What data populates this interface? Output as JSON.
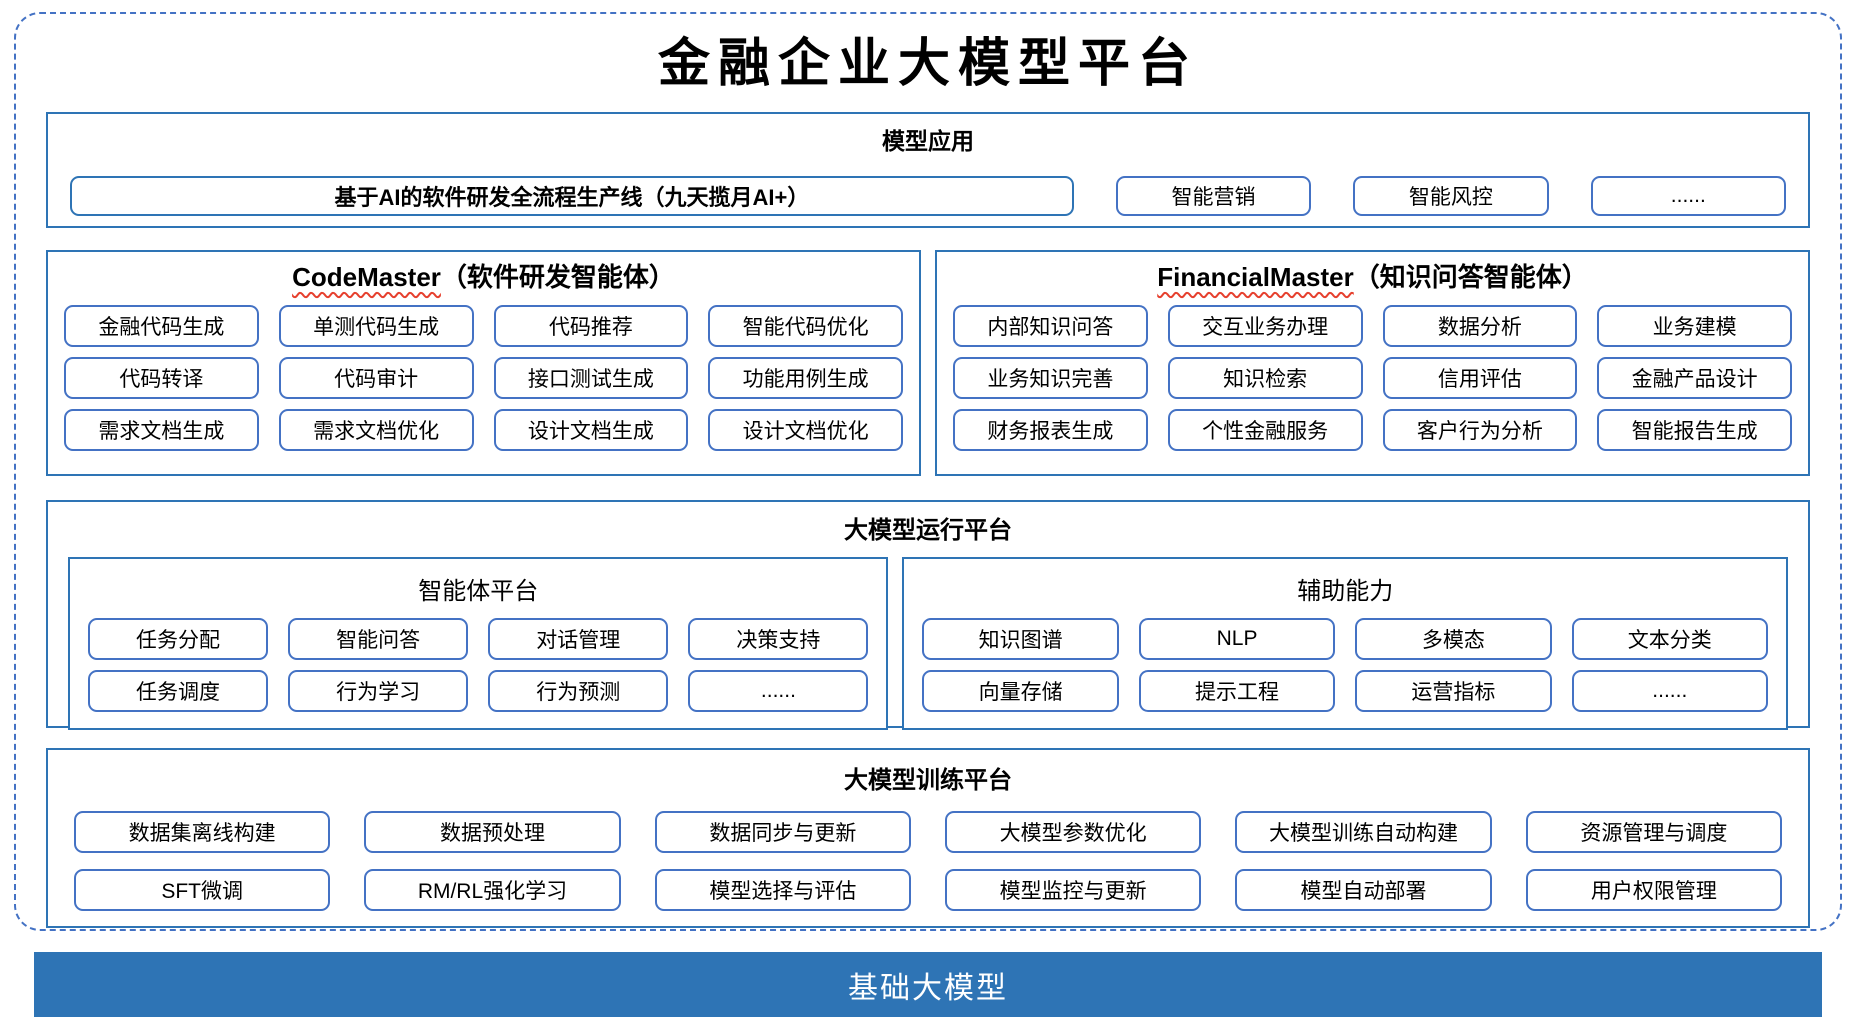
{
  "title": "金融企业大模型平台",
  "colors": {
    "section_border": "#2E74B5",
    "item_border": "#4472C4",
    "outer_dashed_border": "#4472C4",
    "footer_bar_bg": "#2E74B5",
    "footer_bar_text": "#FFFFFF",
    "squiggle_red": "#E6402E"
  },
  "model_app": {
    "header": "模型应用",
    "main_item": "基于AI的软件研发全流程生产线（九天揽月AI+）",
    "items": [
      "智能营销",
      "智能风控",
      "......"
    ]
  },
  "codemaster": {
    "title_en": "CodeMaster",
    "title_zh": "（软件研发智能体）",
    "items": [
      "金融代码生成",
      "单测代码生成",
      "代码推荐",
      "智能代码优化",
      "代码转译",
      "代码审计",
      "接口测试生成",
      "功能用例生成",
      "需求文档生成",
      "需求文档优化",
      "设计文档生成",
      "设计文档优化"
    ]
  },
  "financialmaster": {
    "title_en": "FinancialMaster",
    "title_zh": "（知识问答智能体）",
    "items": [
      "内部知识问答",
      "交互业务办理",
      "数据分析",
      "业务建模",
      "业务知识完善",
      "知识检索",
      "信用评估",
      "金融产品设计",
      "财务报表生成",
      "个性金融服务",
      "客户行为分析",
      "智能报告生成"
    ]
  },
  "runtime": {
    "header": "大模型运行平台",
    "agent_platform": {
      "header": "智能体平台",
      "items": [
        "任务分配",
        "智能问答",
        "对话管理",
        "决策支持",
        "任务调度",
        "行为学习",
        "行为预测",
        "......"
      ]
    },
    "aux": {
      "header": "辅助能力",
      "items": [
        "知识图谱",
        "NLP",
        "多模态",
        "文本分类",
        "向量存储",
        "提示工程",
        "运营指标",
        "......"
      ]
    }
  },
  "training": {
    "header": "大模型训练平台",
    "items": [
      "数据集离线构建",
      "数据预处理",
      "数据同步与更新",
      "大模型参数优化",
      "大模型训练自动构建",
      "资源管理与调度",
      "SFT微调",
      "RM/RL强化学习",
      "模型选择与评估",
      "模型监控与更新",
      "模型自动部署",
      "用户权限管理"
    ]
  },
  "footer": {
    "label": "基础大模型"
  }
}
